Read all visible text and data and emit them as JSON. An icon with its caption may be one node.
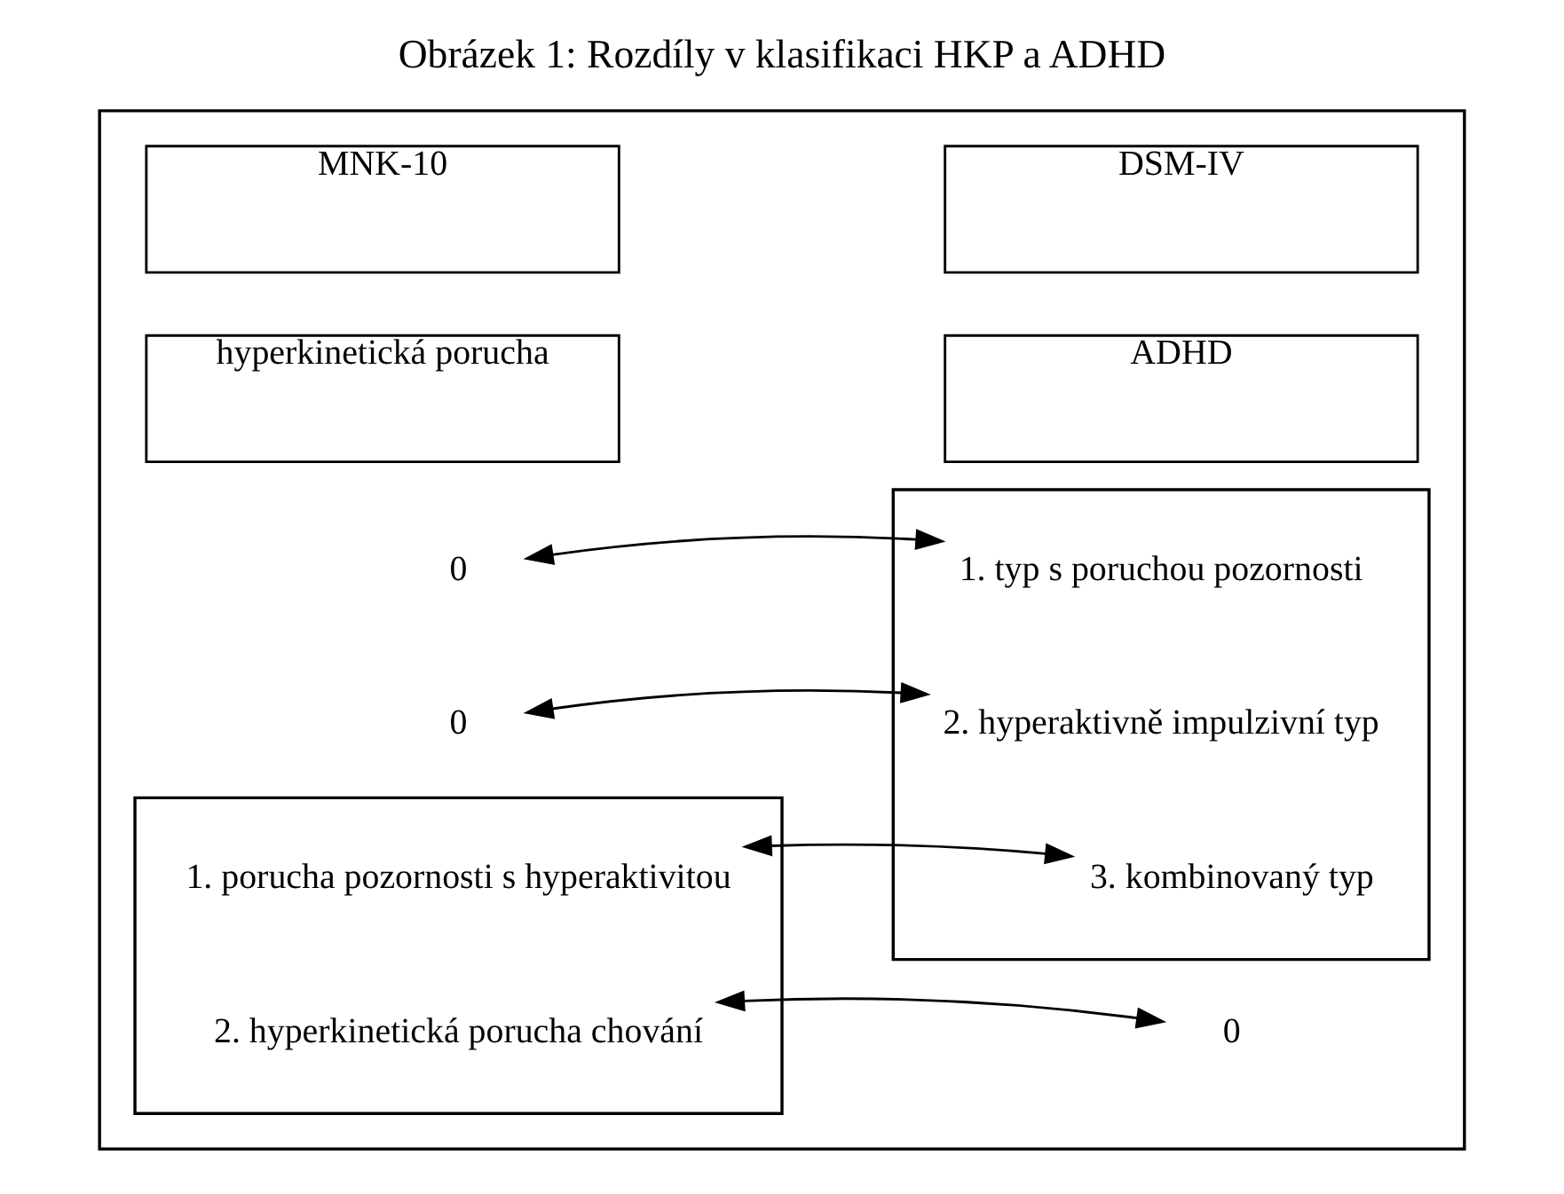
{
  "diagram": {
    "title": "Obrázek 1: Rozdíly v klasifikaci HKP a ADHD",
    "nodes": [
      {
        "text": [],
        "shape": "box"
      },
      {
        "text": [
          "MNK-10"
        ],
        "in": 0
      },
      {
        "text": [
          "DSM-IV"
        ],
        "in": 0
      },
      {
        "text": [
          "hyperkinetická porucha"
        ],
        "in": 0
      },
      {
        "text": [
          "ADHD"
        ],
        "in": 0
      },
      {
        "text": [
          "0"
        ],
        "in": 0
      },
      {
        "text": [
          "0"
        ],
        "in": 0
      },
      {
        "text": [],
        "shape": "box",
        "in": 0
      },
      {
        "text": [
          "1. typ s poruchou pozornosti"
        ],
        "in": 7
      },
      {
        "text": [
          "2. hyperaktivně impulzivní typ"
        ],
        "in": 7
      },
      {
        "text": [
          "3. kombinovaný typ"
        ],
        "in": 7
      },
      {
        "text": [],
        "shape": "box",
        "in": 0
      },
      {
        "text": [
          "1. porucha pozornosti s hyperaktivitou"
        ],
        "in": 11
      },
      {
        "text": [
          "2. hyperkinetická porucha chování"
        ],
        "in": 11
      },
      {
        "text": [
          "0"
        ],
        "in": 0
      }
    ],
    "edges": [
      {
        "from": 5,
        "to": 8,
        "arrow": "both"
      },
      {
        "from": 6,
        "to": 9,
        "arrow": "both"
      },
      {
        "from": 12,
        "to": 10,
        "arrow": "both"
      },
      {
        "from": 13,
        "to": 14,
        "arrow": "both"
      }
    ]
  }
}
